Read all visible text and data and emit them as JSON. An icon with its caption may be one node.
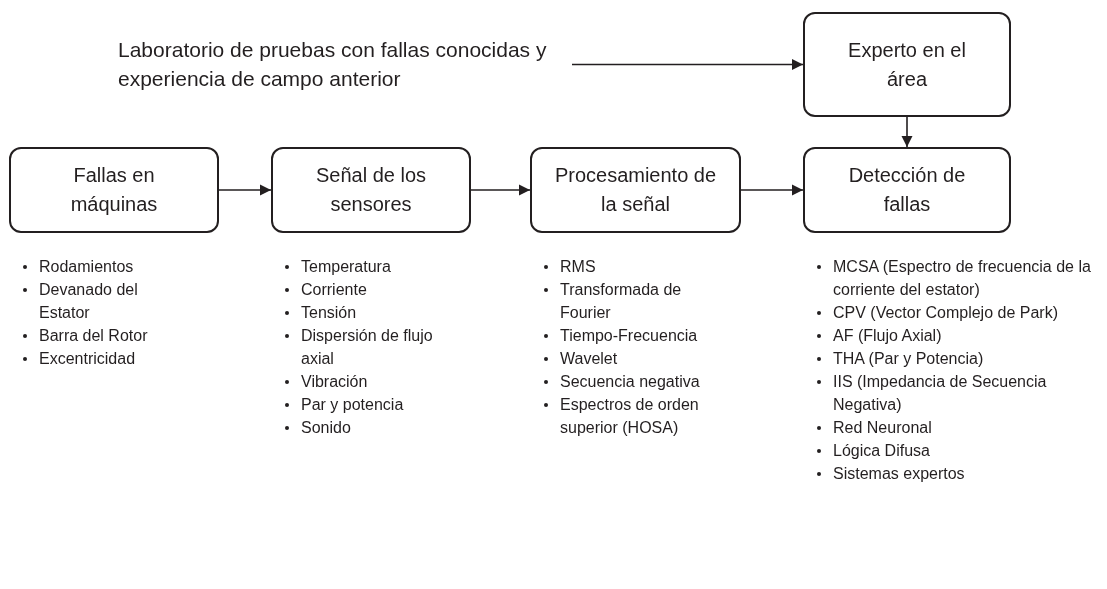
{
  "diagram": {
    "nodes": [
      {
        "text": [
          "Laboratorio de pruebas con fallas conocidas y experiencia de campo anterior"
        ]
      },
      {
        "text": [
          "Experto en el área"
        ]
      },
      {
        "text": [
          "Fallas en máquinas"
        ],
        "beside": [
          "Rodamientos",
          "Devanado del Estator",
          "Barra del Rotor",
          "Excentricidad"
        ]
      },
      {
        "text": [
          "Señal de los sensores"
        ],
        "beside": [
          "Temperatura",
          "Corriente",
          "Tensión",
          "Dispersión de flujo axial",
          "Vibración",
          "Par y potencia",
          "Sonido"
        ]
      },
      {
        "text": [
          "Procesamiento de la señal"
        ],
        "beside": [
          "RMS",
          "Transformada de Fourier",
          "Tiempo-Frecuencia",
          "Wavelet",
          "Secuencia negativa",
          "Espectros de orden superior (HOSA)"
        ]
      },
      {
        "text": [
          "Detección de fallas"
        ],
        "beside": [
          "MCSA (Espectro de frecuencia de la corriente del estator)",
          "CPV (Vector Complejo de Park)",
          "AF (Flujo Axial)",
          "THA (Par y Potencia)",
          "IIS (Impedancia de Secuencia Negativa)",
          "Red Neuronal",
          "Lógica Difusa",
          "Sistemas expertos"
        ]
      }
    ],
    "edges": [
      {
        "from": 0,
        "to": 1,
        "arrow": "to"
      },
      {
        "from": 1,
        "to": 5,
        "arrow": "to"
      },
      {
        "from": 2,
        "to": 3,
        "arrow": "to"
      },
      {
        "from": 3,
        "to": 4,
        "arrow": "to"
      },
      {
        "from": 4,
        "to": 5,
        "arrow": "to"
      }
    ]
  }
}
